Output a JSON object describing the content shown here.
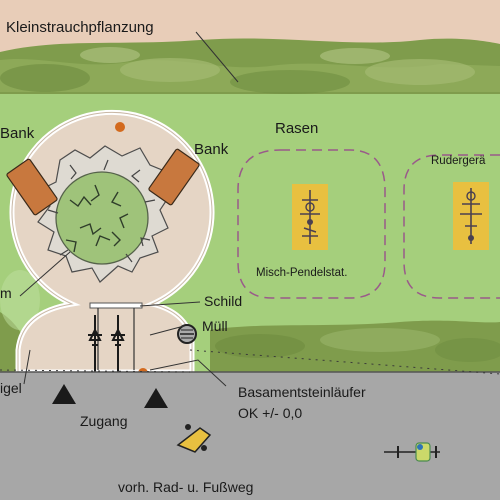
{
  "labels": {
    "shrub_planting": "Kleinstrauchpflanzung",
    "bench_left": "Bank",
    "bench_right": "Bank",
    "lawn": "Rasen",
    "rowing_device": "Rudergerä",
    "pendulum_station": "Misch-Pendelstat.",
    "tree_fragment": "m",
    "sign": "Schild",
    "waste_bin": "Müll",
    "bike_stand_fragment": "igel",
    "entrance": "Zugang",
    "base_curb": "Basamentsteinläufer",
    "level": "OK +/- 0,0",
    "path": "vorh. Rad- u. Fußweg"
  },
  "colors": {
    "background_soil": "#e8cdb8",
    "hedge": "#7f9c4c",
    "lawn": "#a5cf7c",
    "plaza": "#e5d5c5",
    "bench": "#c8783e",
    "station_pad": "#e8c040",
    "path": "#a7a7a7",
    "marker": "#d36a1e"
  }
}
